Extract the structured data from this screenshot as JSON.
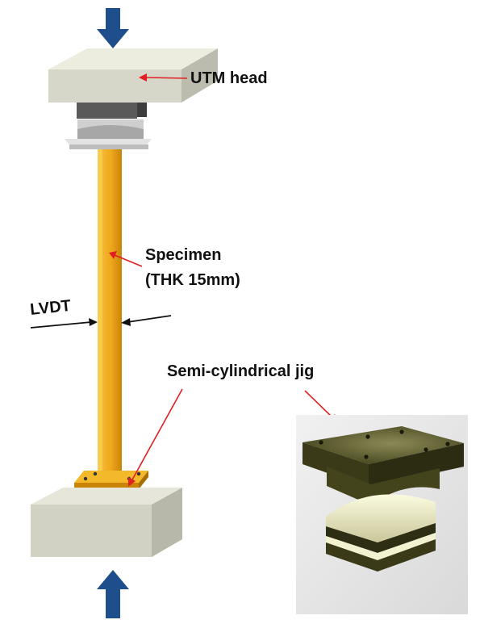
{
  "labels": {
    "utm_head": "UTM head",
    "specimen": "Specimen",
    "thickness": "(THK 15mm)",
    "lvdt": "LVDT",
    "jig": "Semi-cylindrical jig"
  },
  "colors": {
    "load_arrow": "#1f4e8c",
    "callout_arrow": "#e02020",
    "specimen": "#f0a81c",
    "concrete": "#d8d8cc",
    "jig_plate": "#5a5a2c",
    "jig_curved": "#ecebc0"
  }
}
